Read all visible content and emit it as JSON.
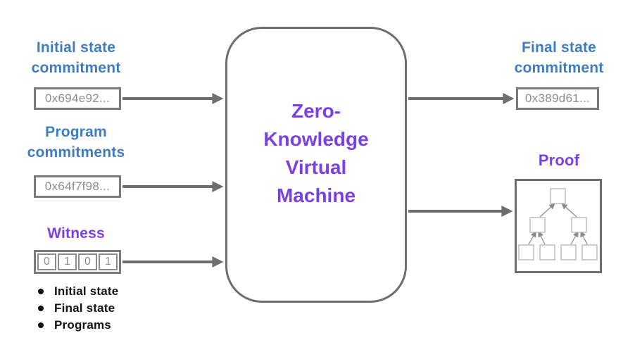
{
  "diagram_title": "Zero-Knowledge Virtual Machine",
  "colors": {
    "heading_blue": "#3f7cbf",
    "accent_purple": "#7b3fe4",
    "arrow_gray": "#6d6d6d",
    "box_border_gray": "#7a7a7a",
    "hash_text_gray": "#8c8c8c",
    "bullet_black": "#111111"
  },
  "inputs": {
    "initial_state": {
      "label": "Initial state\ncommitment",
      "value": "0x694e92..."
    },
    "program": {
      "label": "Program\ncommitments",
      "value": "0x64f7f98..."
    },
    "witness": {
      "label": "Witness",
      "bits": [
        "0",
        "1",
        "0",
        "1"
      ],
      "notes": [
        "Initial state",
        "Final state",
        "Programs"
      ]
    }
  },
  "vm": {
    "title": "Zero-\nKnowledge\nVirtual\nMachine"
  },
  "outputs": {
    "final_state": {
      "label": "Final state\ncommitment",
      "value": "0x389d61..."
    },
    "proof": {
      "label": "Proof",
      "content": "merkle-tree"
    }
  }
}
